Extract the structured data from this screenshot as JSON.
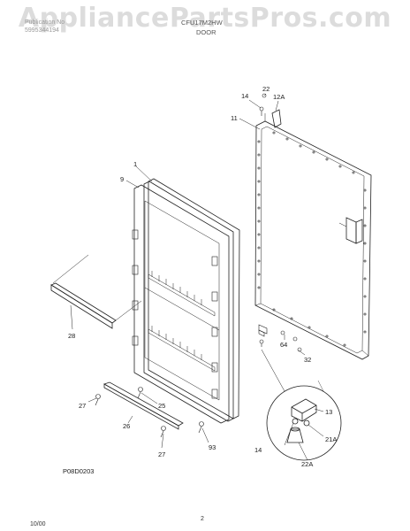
{
  "watermark": "AppliancePartsPros.com",
  "header": {
    "publication_label": "Publication No",
    "publication_number": "5995344194",
    "model": "CFU17M2HW",
    "section": "DOOR"
  },
  "labels": {
    "p1": "1",
    "p9": "9",
    "p11": "11",
    "p12a": "12A",
    "p13": "13",
    "p14_top": "14",
    "p14_detail": "14",
    "p21a": "21A",
    "p22_top": "22",
    "p22a": "22A",
    "p25": "25",
    "p26": "26",
    "p27_a": "27",
    "p27_b": "27",
    "p28": "28",
    "p32": "32",
    "p64": "64",
    "p93": "93"
  },
  "figure_code": "P08D0203",
  "footer": {
    "date": "10/00",
    "page": "2"
  }
}
